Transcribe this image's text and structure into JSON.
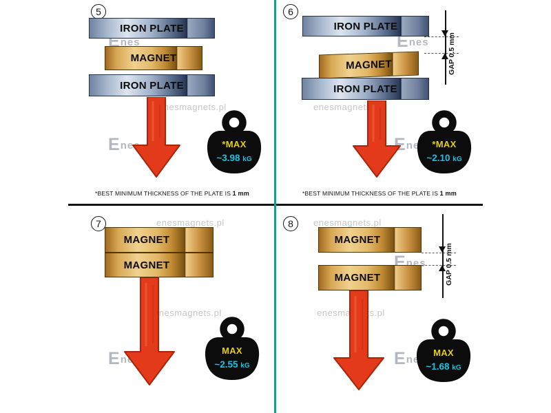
{
  "watermarks": {
    "site": "enesmagnets.pl",
    "brand_e": "E",
    "brand_rest": "nes"
  },
  "gap_label": "GAP  0.5 mm",
  "footnote": {
    "text": "*BEST MINIMUM THICKNESS OF THE PLATE IS ",
    "bold": "1 mm"
  },
  "panels": [
    {
      "number": "5",
      "bars": [
        {
          "label": "IRON PLATE"
        },
        {
          "label": "MAGNET"
        },
        {
          "label": "IRON PLATE"
        }
      ],
      "weight": {
        "label": "*MAX",
        "value": "~3.98",
        "unit": "kG"
      }
    },
    {
      "number": "6",
      "bars": [
        {
          "label": "IRON PLATE"
        },
        {
          "label": "MAGNET"
        },
        {
          "label": "IRON PLATE"
        }
      ],
      "weight": {
        "label": "*MAX",
        "value": "~2.10",
        "unit": "kG"
      }
    },
    {
      "number": "7",
      "bars": [
        {
          "label": "MAGNET"
        },
        {
          "label": "MAGNET"
        }
      ],
      "weight": {
        "label": "MAX",
        "value": "~2.55",
        "unit": "kG"
      }
    },
    {
      "number": "8",
      "bars": [
        {
          "label": "MAGNET"
        },
        {
          "label": "MAGNET"
        }
      ],
      "weight": {
        "label": "MAX",
        "value": "~1.68",
        "unit": "kG"
      }
    }
  ]
}
